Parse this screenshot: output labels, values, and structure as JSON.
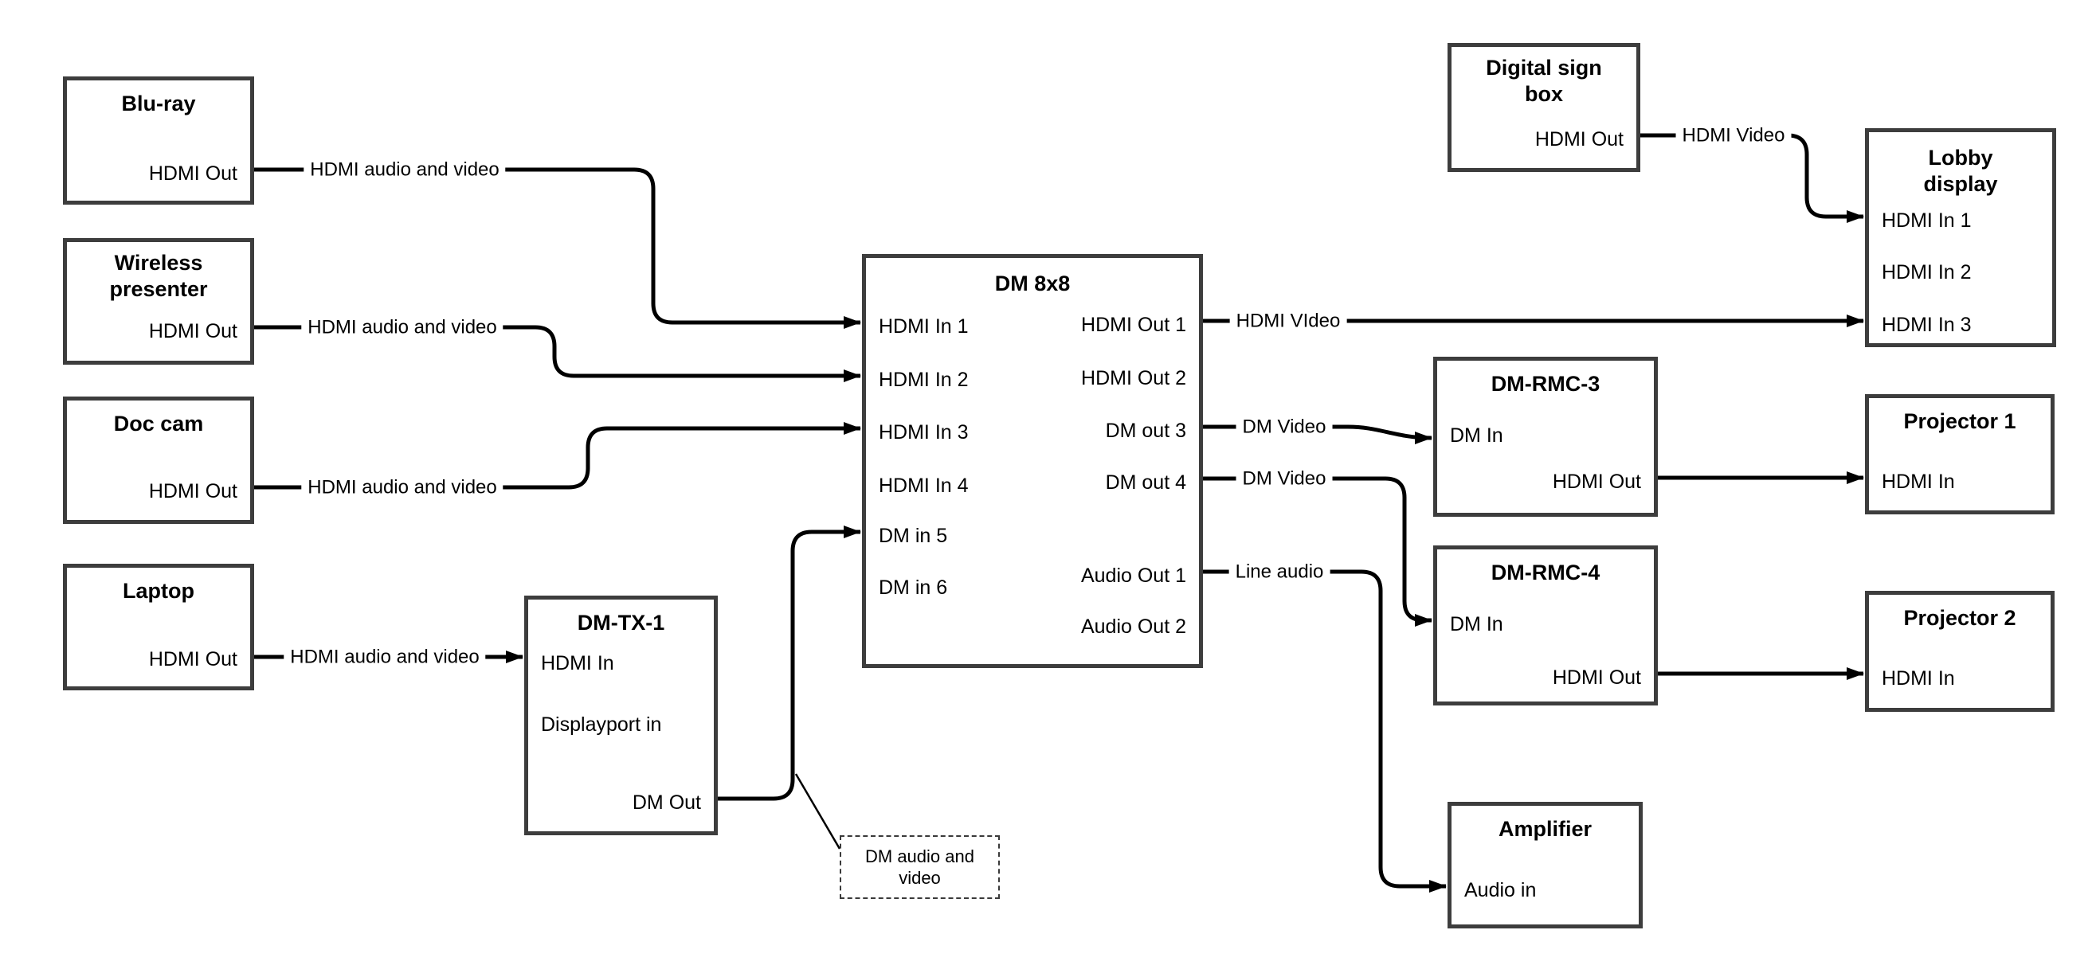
{
  "boxes": {
    "blu_ray": {
      "title": "Blu-ray",
      "ports": {
        "hdmi_out": "HDMI Out"
      }
    },
    "wireless_presenter": {
      "title": "Wireless presenter",
      "ports": {
        "hdmi_out": "HDMI Out"
      }
    },
    "doc_cam": {
      "title": "Doc cam",
      "ports": {
        "hdmi_out": "HDMI Out"
      }
    },
    "laptop": {
      "title": "Laptop",
      "ports": {
        "hdmi_out": "HDMI Out"
      }
    },
    "dm_tx_1": {
      "title": "DM-TX-1",
      "ports": {
        "hdmi_in": "HDMI In",
        "displayport_in": "Displayport in",
        "dm_out": "DM Out"
      }
    },
    "dm_8x8": {
      "title": "DM 8x8",
      "ports": {
        "hdmi_in_1": "HDMI In 1",
        "hdmi_in_2": "HDMI In 2",
        "hdmi_in_3": "HDMI In 3",
        "hdmi_in_4": "HDMI In 4",
        "dm_in_5": "DM in 5",
        "dm_in_6": "DM in 6",
        "hdmi_out_1": "HDMI Out 1",
        "hdmi_out_2": "HDMI Out 2",
        "dm_out_3": "DM out 3",
        "dm_out_4": "DM out 4",
        "audio_out_1": "Audio Out 1",
        "audio_out_2": "Audio Out 2"
      }
    },
    "digital_sign_box": {
      "title": "Digital sign box",
      "ports": {
        "hdmi_out": "HDMI Out"
      }
    },
    "lobby_display": {
      "title": "Lobby display",
      "ports": {
        "hdmi_in_1": "HDMI In 1",
        "hdmi_in_2": "HDMI In 2",
        "hdmi_in_3": "HDMI In 3"
      }
    },
    "dm_rmc_3": {
      "title": "DM-RMC-3",
      "ports": {
        "dm_in": "DM In",
        "hdmi_out": "HDMI Out"
      }
    },
    "projector_1": {
      "title": "Projector 1",
      "ports": {
        "hdmi_in": "HDMI In"
      }
    },
    "dm_rmc_4": {
      "title": "DM-RMC-4",
      "ports": {
        "dm_in": "DM In",
        "hdmi_out": "HDMI Out"
      }
    },
    "projector_2": {
      "title": "Projector 2",
      "ports": {
        "hdmi_in": "HDMI In"
      }
    },
    "amplifier": {
      "title": "Amplifier",
      "ports": {
        "audio_in": "Audio in"
      }
    }
  },
  "connection_labels": {
    "blu_ray_to_dm8x8": "HDMI audio and video",
    "wireless_to_dm8x8": "HDMI audio and video",
    "doc_cam_to_dm8x8": "HDMI audio and video",
    "laptop_to_dm_tx1": "HDMI audio and video",
    "dm8x8_to_lobby": "HDMI VIdeo",
    "sign_to_lobby": "HDMI Video",
    "dm_out_3_to_rmc3": "DM Video",
    "dm_out_4_to_rmc4": "DM Video",
    "audio_out_1_to_amp": "Line audio"
  },
  "note": {
    "text": "DM audio and video"
  },
  "colors": {
    "background": "#ffffff",
    "line": "#000000",
    "box_border": "#3d3d3d",
    "text": "#000000"
  }
}
